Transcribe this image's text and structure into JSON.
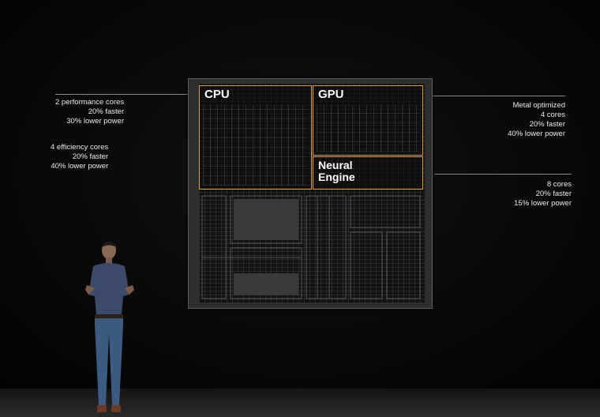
{
  "left_specs": {
    "performance": [
      "2 performance cores",
      "20% faster",
      "30% lower power"
    ],
    "efficiency": [
      "4 efficiency cores",
      "20% faster",
      "40% lower power"
    ]
  },
  "right_specs": {
    "gpu": [
      "Metal optimized",
      "4 cores",
      "20% faster",
      "40% lower power"
    ],
    "neural": [
      "8 cores",
      "20% faster",
      "15% lower power"
    ]
  },
  "chip": {
    "cpu_label": "CPU",
    "gpu_label": "GPU",
    "neural_label_line1": "Neural",
    "neural_label_line2": "Engine"
  },
  "colors": {
    "block_outline": "#e0a030",
    "background": "#050505",
    "text": "#e9e9e9"
  }
}
